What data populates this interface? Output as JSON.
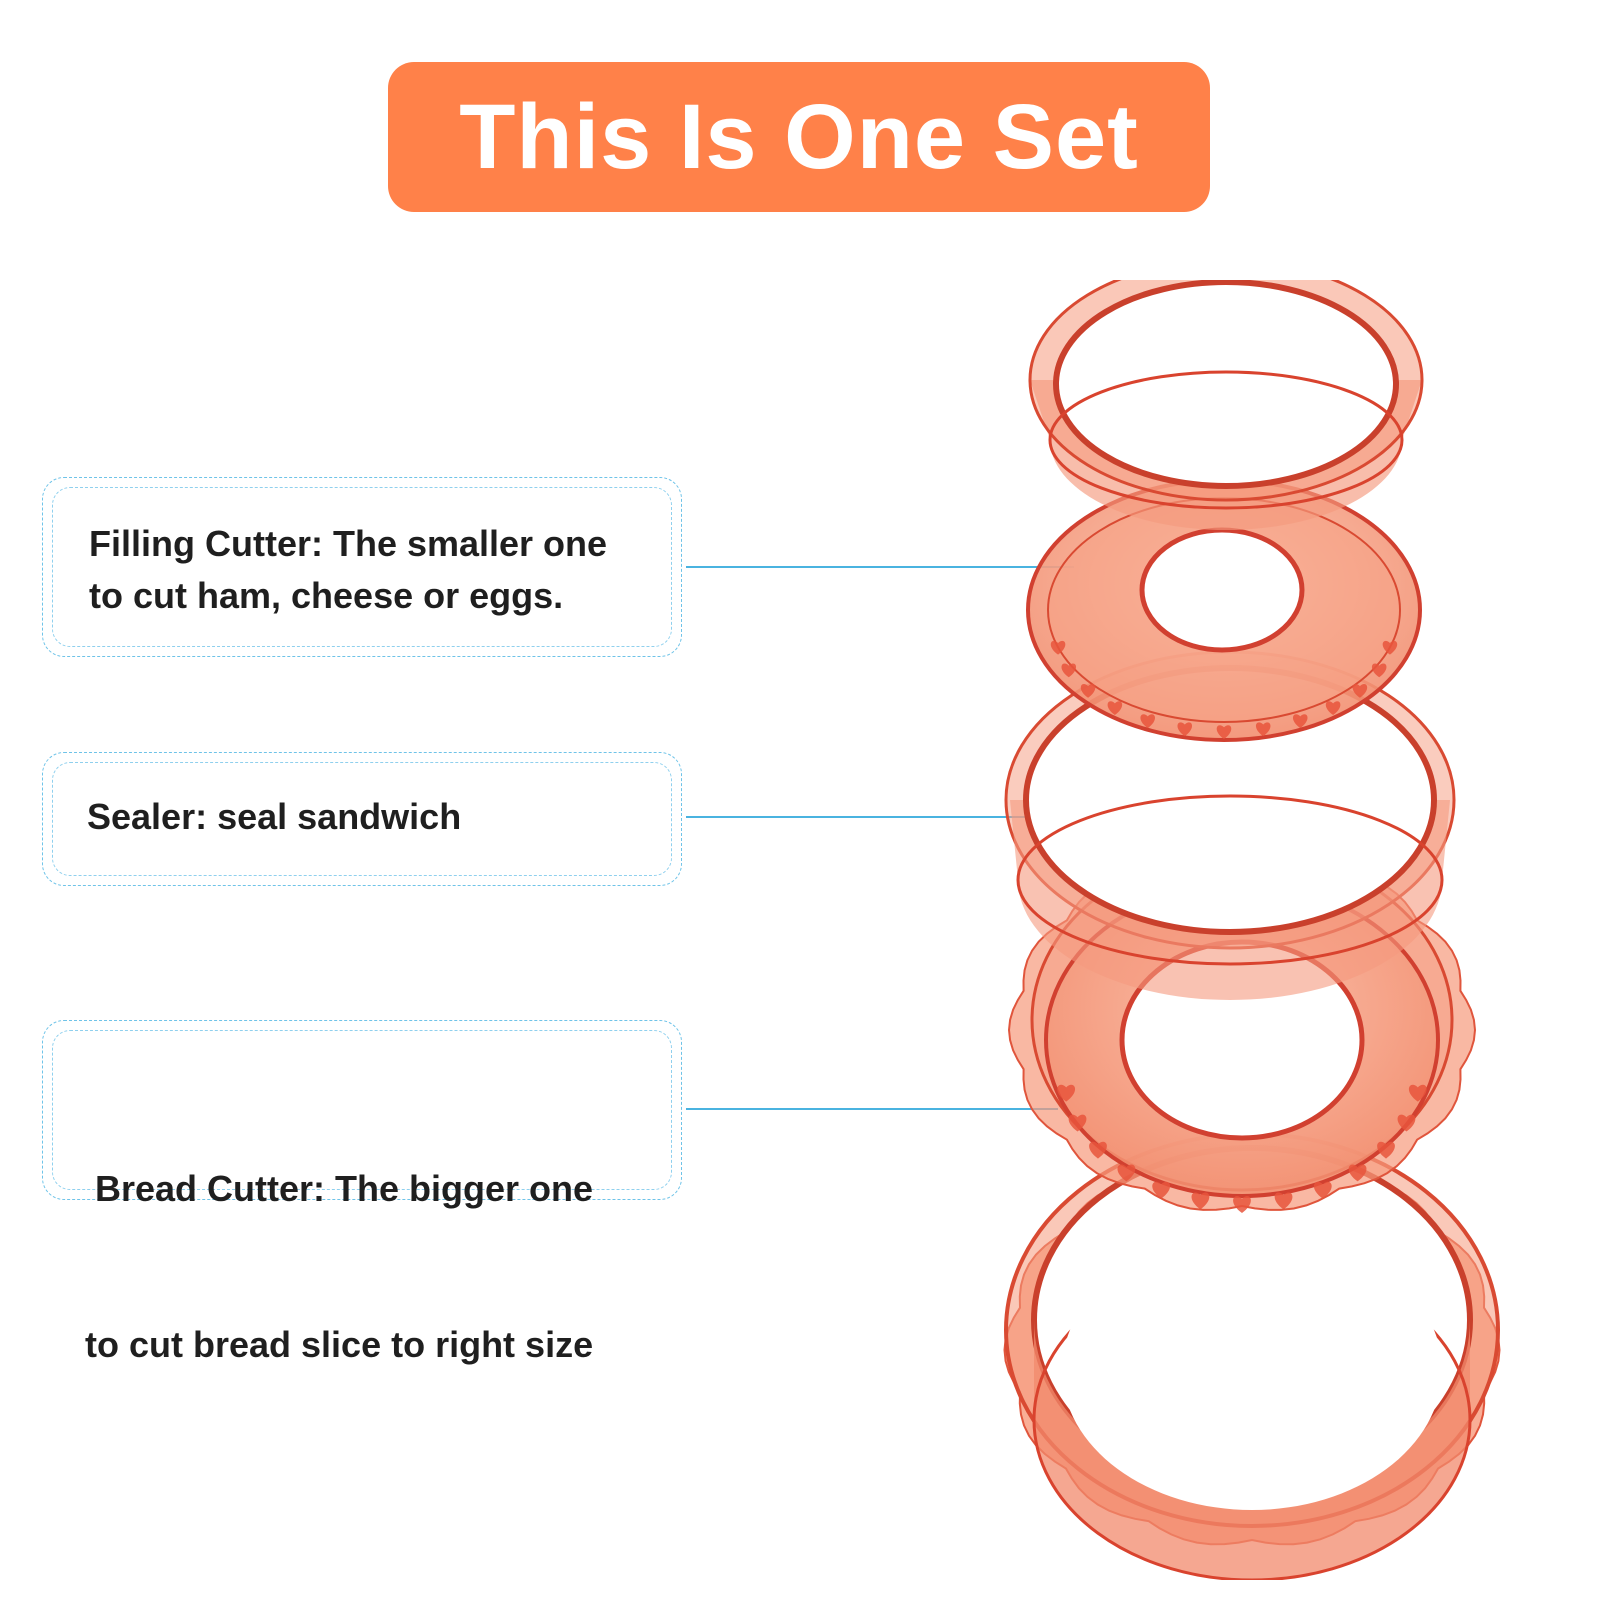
{
  "title": "This Is One Set",
  "callouts": [
    {
      "id": "filling-cutter",
      "lines": [
        "Filling Cutter: The smaller one",
        "to cut ham, cheese or eggs."
      ]
    },
    {
      "id": "sealer",
      "lines": [
        "Sealer: seal sandwich"
      ]
    },
    {
      "id": "bread-cutter",
      "lines": [
        " Bread Cutter: The bigger one",
        "to cut bread slice to right size"
      ]
    }
  ],
  "colors": {
    "banner": "#ff8149",
    "banner_text": "#ffffff",
    "callout_border": "#6ec3e8",
    "connector": "#4ab3e0",
    "ring_fill": "#f79a7c",
    "ring_edge": "#d9432e",
    "text": "#1f1f1f"
  },
  "product": {
    "parts": [
      "filling-cutter-ring",
      "filling-cutter-stamp",
      "sealer-ring",
      "bread-cutter-stamp",
      "bread-cutter-ring"
    ]
  }
}
